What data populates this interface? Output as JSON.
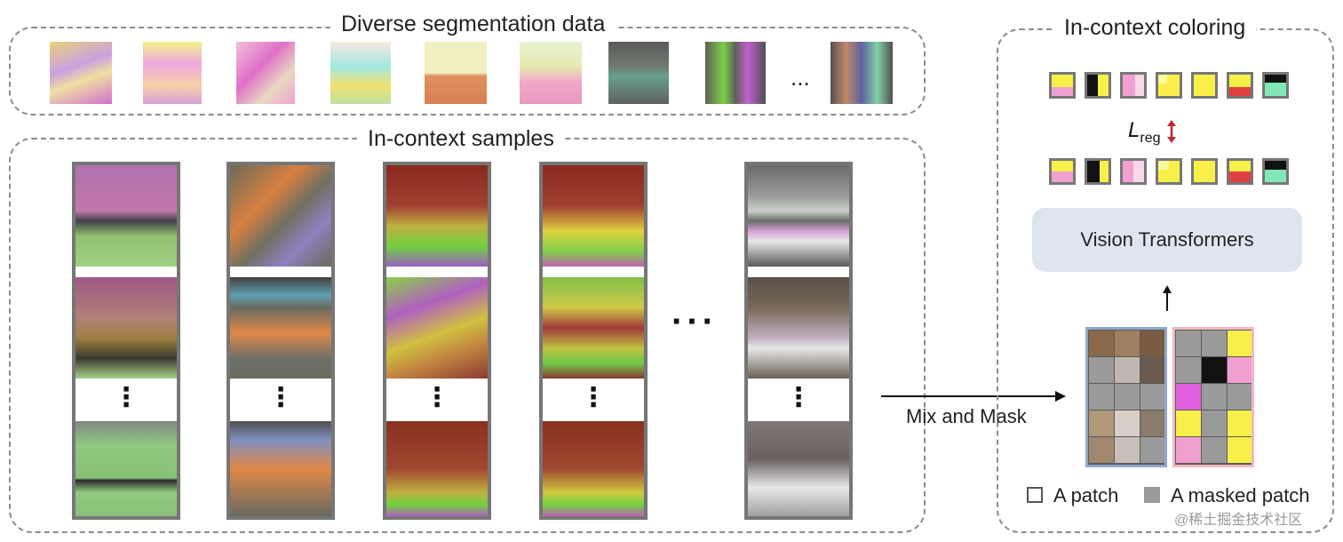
{
  "segmentation_section": {
    "title": "Diverse segmentation data",
    "ellipsis": "..."
  },
  "context_section": {
    "title": "In-context samples",
    "strip_dots": "⋮",
    "more_dots": "···"
  },
  "coloring_section": {
    "title": "In-context coloring",
    "loss_symbol": "L",
    "loss_subscript": "reg",
    "model_label": "Vision Transformers"
  },
  "flow": {
    "mix_label": "Mix and Mask"
  },
  "legend": {
    "patch_label": "A patch",
    "masked_label": "A masked patch"
  },
  "watermark": "@稀土掘金技术社区",
  "colors": {
    "dash_border": "#8c8c8c",
    "strip_border": "#767676",
    "vit_fill": "#dfe5f0",
    "arrow_red": "#c0282d",
    "grid_border_blue": "#8fa8cc",
    "grid_border_pink": "#f0b8c0",
    "masked_gray": "#9a9a9a"
  }
}
